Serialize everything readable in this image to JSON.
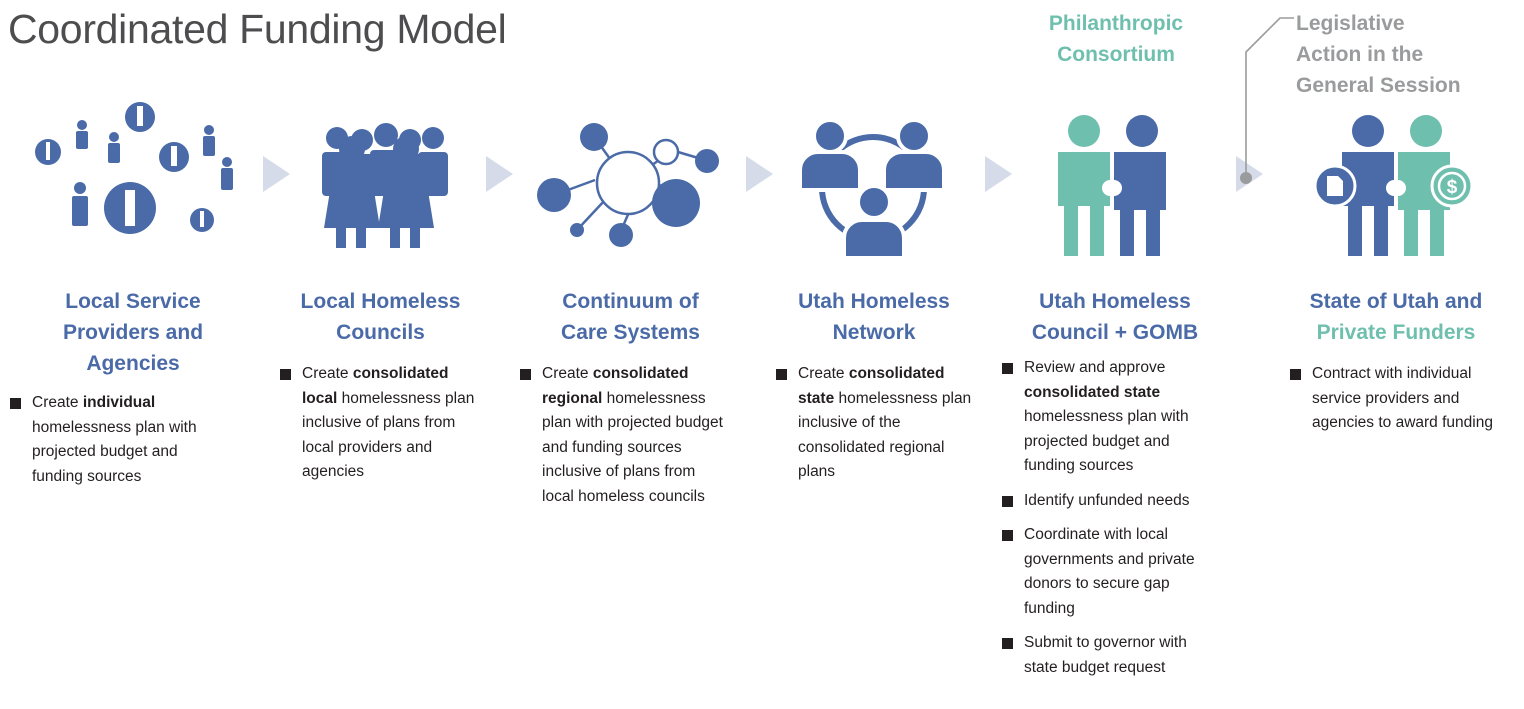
{
  "title": "Coordinated Funding Model",
  "top_labels": {
    "philanthropic": [
      "Philanthropic",
      "Consortium"
    ],
    "legislative": [
      "Legislative",
      "Action in the",
      "General Session"
    ]
  },
  "colors": {
    "blue": "#4a6ba7",
    "teal": "#6fbfae",
    "arrow": "#d5dbe9",
    "gray": "#9a9b9d"
  },
  "columns": [
    {
      "icon": "people-network-icon",
      "heading": [
        "Local Service",
        "Providers and",
        "Agencies"
      ],
      "heading_green": "",
      "items": [
        [
          {
            "t": "Create "
          },
          {
            "t": "individual",
            "b": true
          },
          {
            "t": " homelessness plan with projected budget and funding sources"
          }
        ]
      ]
    },
    {
      "icon": "group-people-icon",
      "heading": [
        "Local Homeless",
        "Councils"
      ],
      "heading_green": "",
      "items": [
        [
          {
            "t": "Create "
          },
          {
            "t": "consolidated local",
            "b": true
          },
          {
            "t": " homelessness plan inclusive of plans from local providers and agencies"
          }
        ]
      ]
    },
    {
      "icon": "node-network-icon",
      "heading": [
        "Continuum of",
        "Care Systems"
      ],
      "heading_green": "",
      "items": [
        [
          {
            "t": "Create "
          },
          {
            "t": "consolidated regional",
            "b": true
          },
          {
            "t": " homelessness plan with projected budget and funding sources inclusive of plans from local homeless councils"
          }
        ]
      ]
    },
    {
      "icon": "circle-network-icon",
      "heading": [
        "Utah  Homeless",
        "Network"
      ],
      "heading_green": "",
      "items": [
        [
          {
            "t": "Create "
          },
          {
            "t": "consolidated state",
            "b": true
          },
          {
            "t": " homelessness plan inclusive of the consolidated regional plans"
          }
        ]
      ]
    },
    {
      "icon": "puzzle-partners-icon",
      "heading": [
        "Utah Homeless",
        "Council + GOMB"
      ],
      "heading_green": "",
      "items": [
        [
          {
            "t": "Review and approve "
          },
          {
            "t": "consolidated state",
            "b": true
          },
          {
            "t": " homelessness plan with projected budget and funding sources"
          }
        ],
        [
          {
            "t": "Identify unfunded needs"
          }
        ],
        [
          {
            "t": "Coordinate with local governments and private donors to secure gap funding"
          }
        ],
        [
          {
            "t": "Submit to governor with state budget request"
          }
        ]
      ]
    },
    {
      "icon": "funders-icon",
      "heading": [
        "State of Utah and"
      ],
      "heading_green": "Private Funders",
      "items": [
        [
          {
            "t": "Contract with individual service providers and agencies to award funding"
          }
        ]
      ]
    }
  ]
}
